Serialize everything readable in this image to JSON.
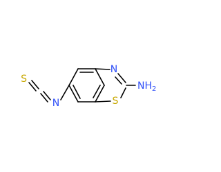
{
  "molecule": {
    "atoms": {
      "S_thio": {
        "symbol": "S",
        "color": "#c8a800"
      },
      "N_iso": {
        "symbol": "N",
        "color": "#3050f8"
      },
      "N_ring": {
        "symbol": "N",
        "color": "#3050f8"
      },
      "S_ring": {
        "symbol": "S",
        "color": "#c8a800"
      },
      "NH2_N": {
        "symbol": "N",
        "color": "#3050f8"
      },
      "NH2_H": {
        "symbol": "H",
        "color": "#3050f8"
      },
      "NH2_sub": {
        "symbol": "2",
        "color": "#3050f8"
      }
    },
    "bond_color": "#000000"
  }
}
